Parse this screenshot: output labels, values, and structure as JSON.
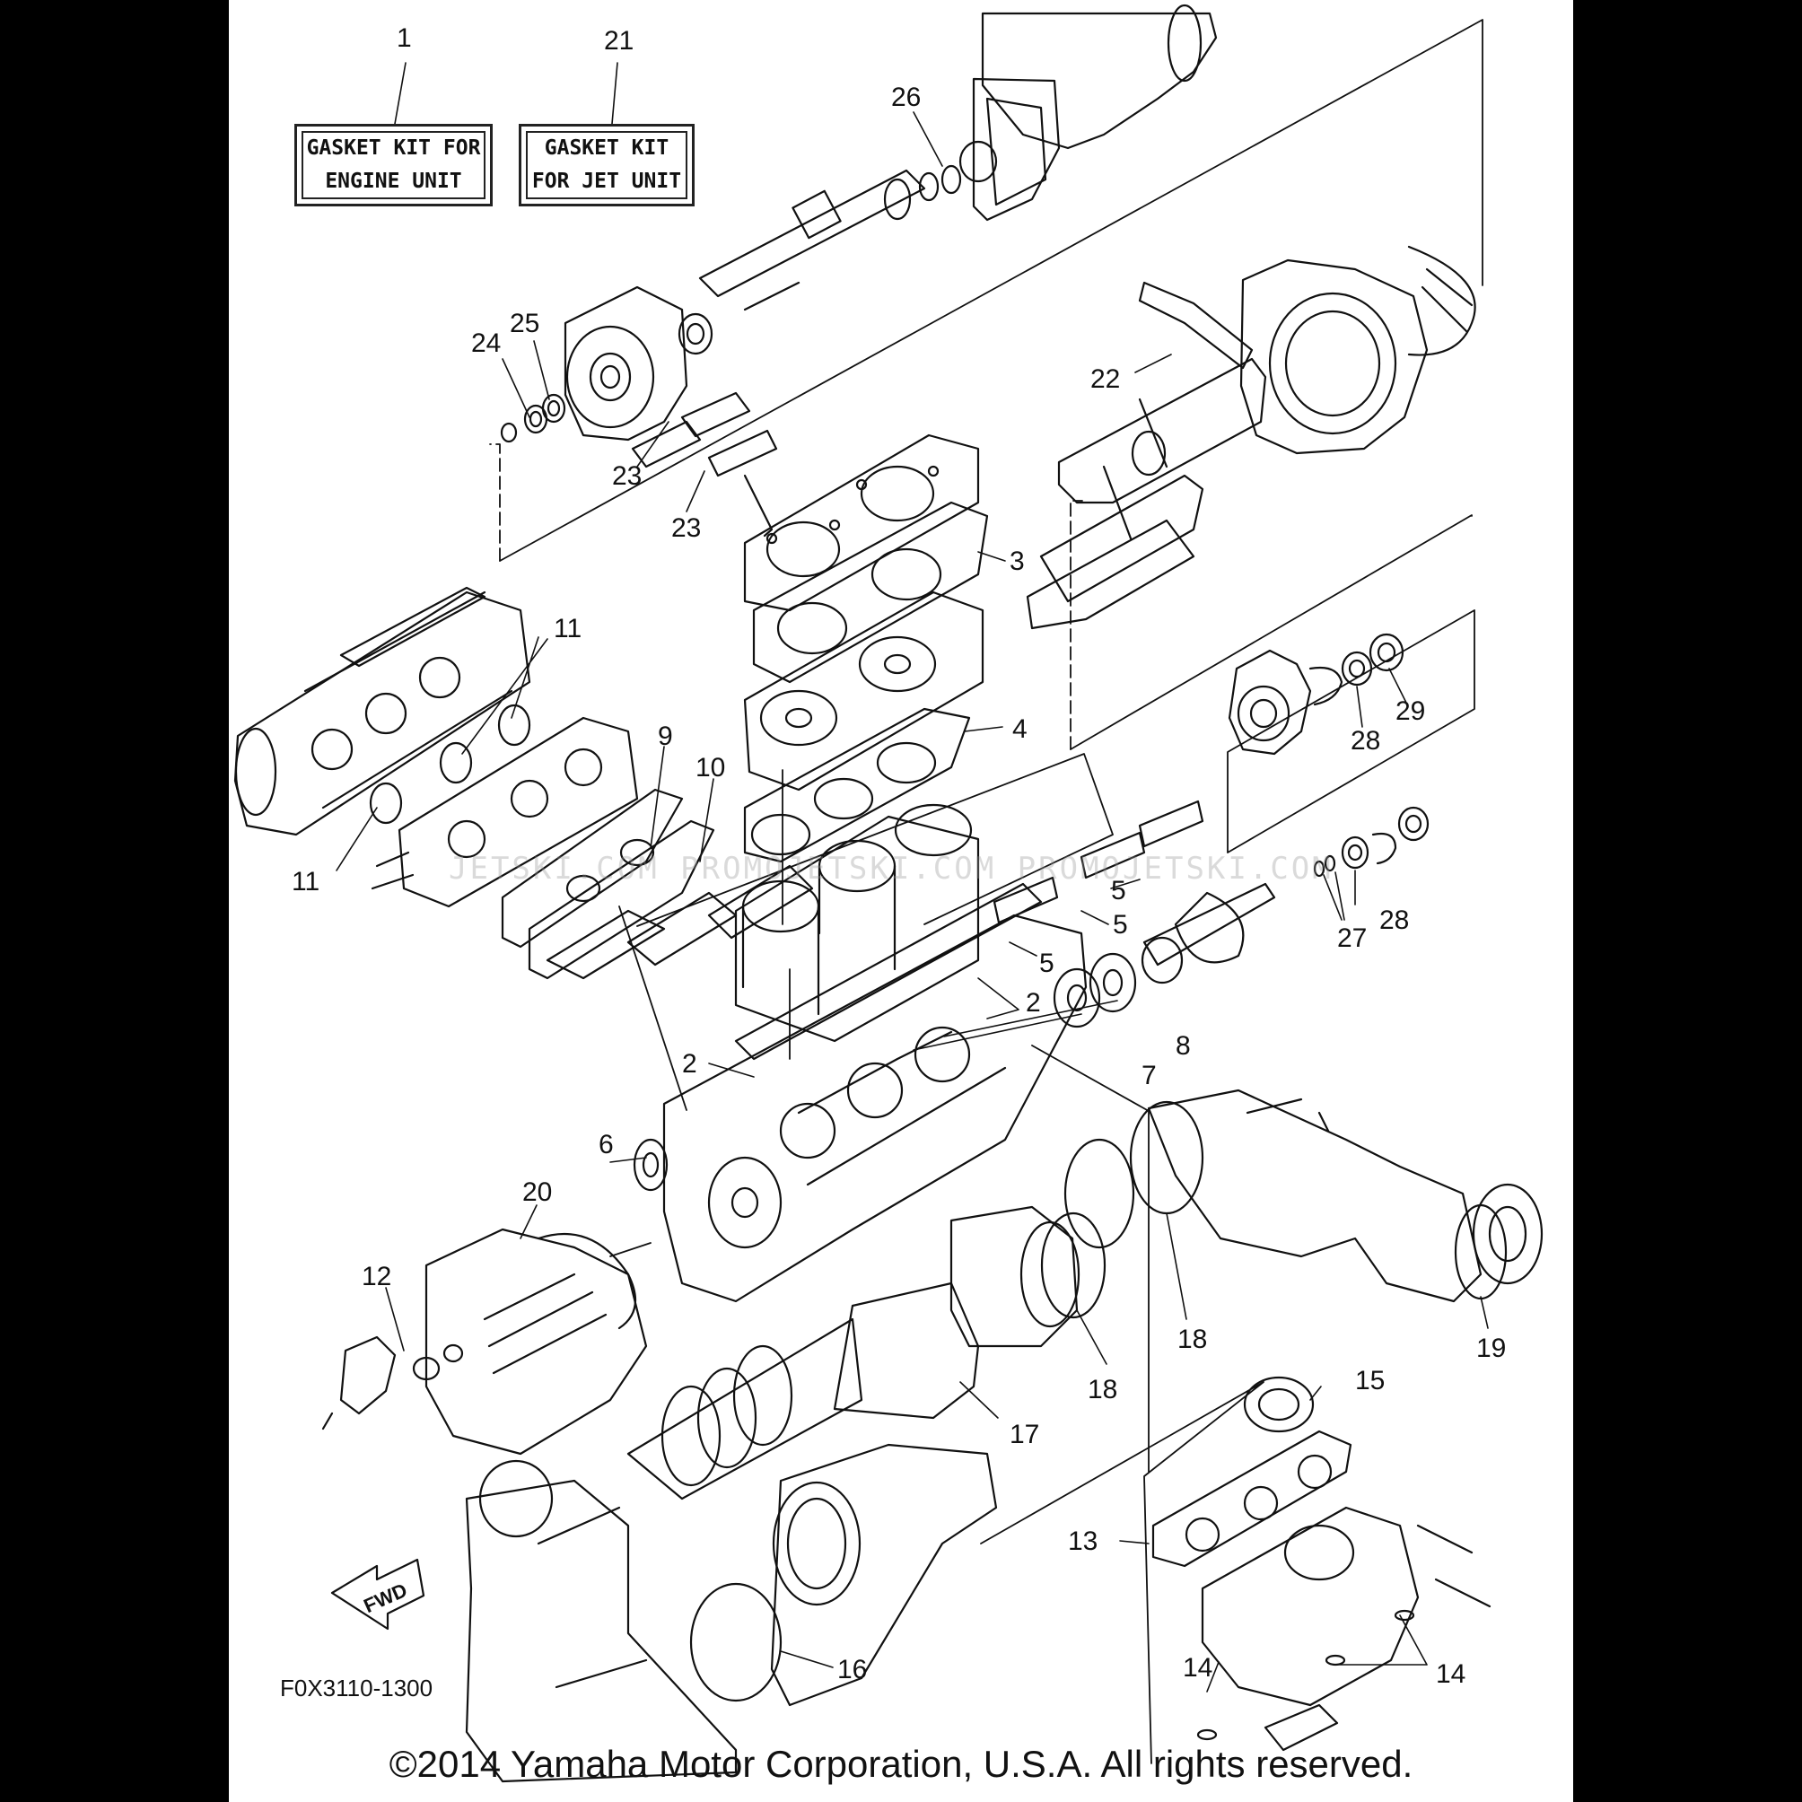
{
  "kits": {
    "engine": {
      "line1": "GASKET KIT FOR",
      "line2": "ENGINE UNIT"
    },
    "jet": {
      "line1": "GASKET KIT",
      "line2": "FOR JET UNIT"
    }
  },
  "callouts": [
    "1",
    "21",
    "26",
    "24",
    "25",
    "22",
    "23",
    "23",
    "3",
    "11",
    "11",
    "9",
    "10",
    "4",
    "29",
    "28",
    "5",
    "5",
    "5",
    "27",
    "28",
    "2",
    "8",
    "2",
    "7",
    "6",
    "20",
    "12",
    "18",
    "19",
    "18",
    "15",
    "17",
    "13",
    "14",
    "14",
    "16"
  ],
  "fwd_label": "FWD",
  "figure_code": "F0X3110-1300",
  "watermark": "JETSKI.COM PROMOJETSKI.COM PROMOJETSKI.COM",
  "copyright": "©2014 Yamaha Motor Corporation, U.S.A. All rights reserved."
}
